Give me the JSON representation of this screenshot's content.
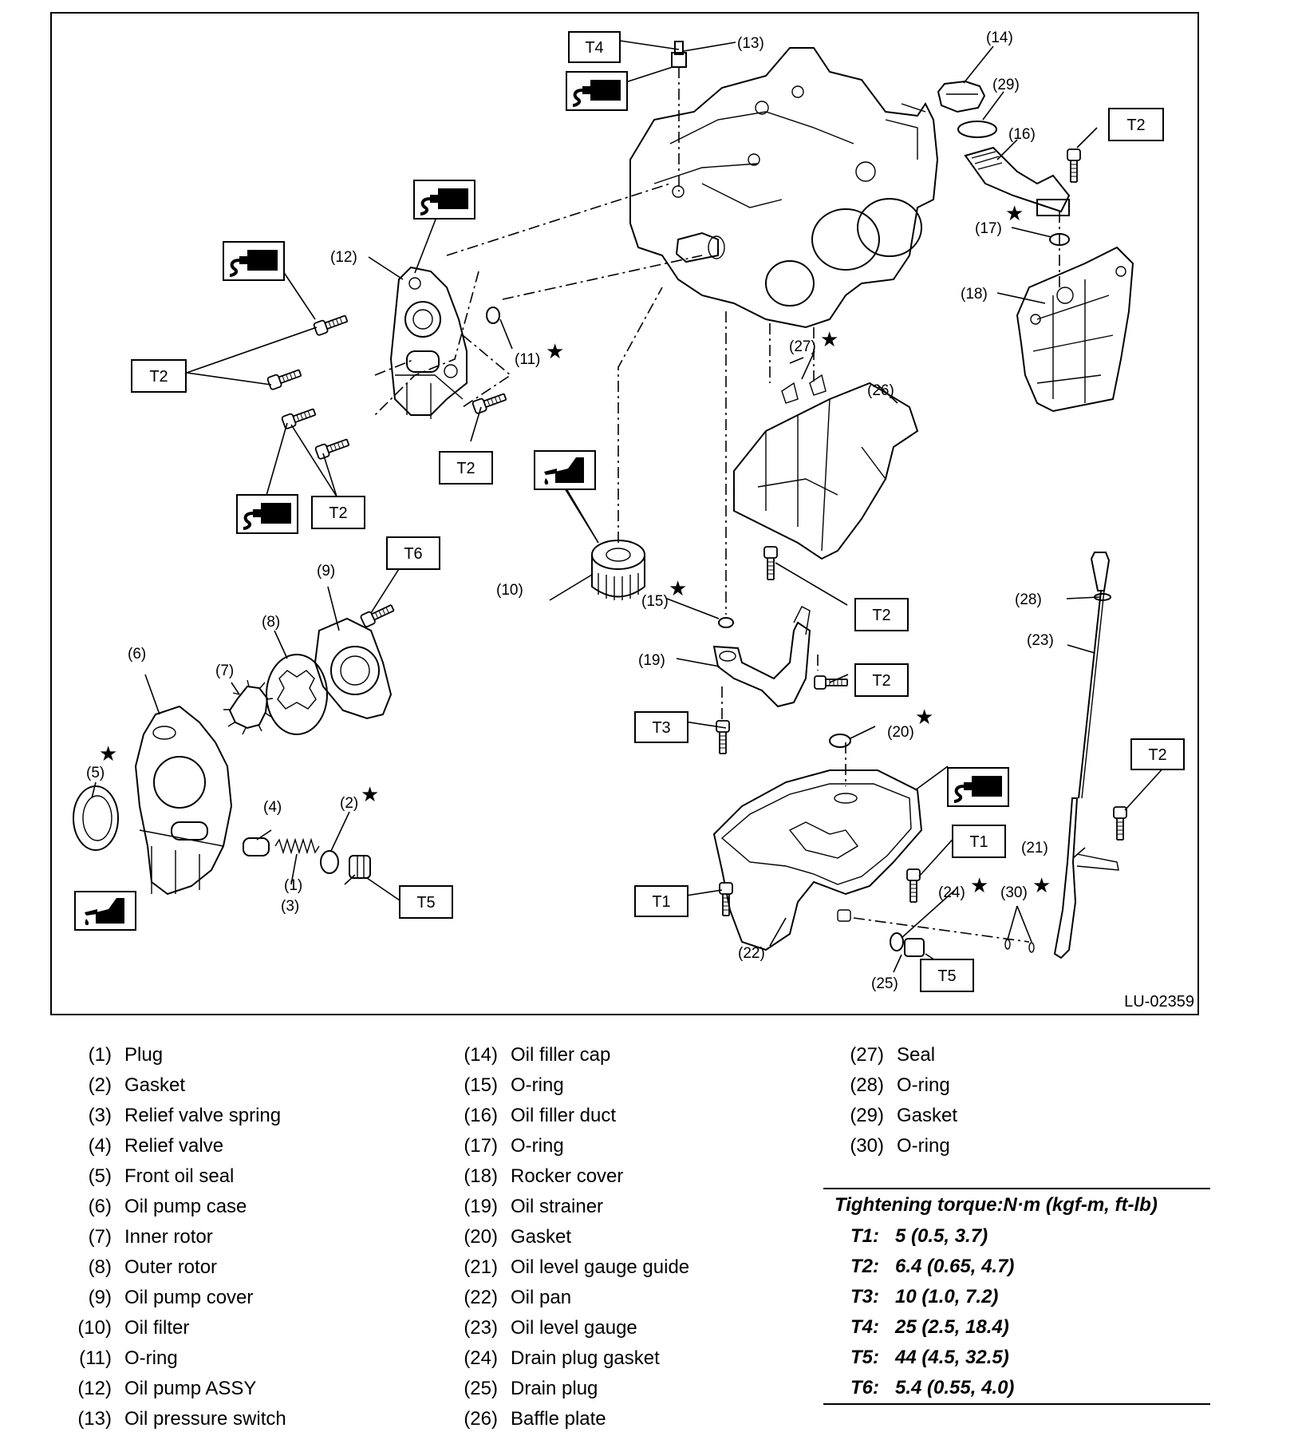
{
  "figure": {
    "figure_id": "LU-02359",
    "callouts": {
      "c1": "(1)",
      "c2": "(2)",
      "c3": "(3)",
      "c4": "(4)",
      "c5": "(5)",
      "c6": "(6)",
      "c7": "(7)",
      "c8": "(8)",
      "c9": "(9)",
      "c10": "(10)",
      "c11": "(11)",
      "c12": "(12)",
      "c13": "(13)",
      "c14": "(14)",
      "c15": "(15)",
      "c16": "(16)",
      "c17": "(17)",
      "c18": "(18)",
      "c19": "(19)",
      "c20": "(20)",
      "c21": "(21)",
      "c22": "(22)",
      "c23": "(23)",
      "c24": "(24)",
      "c25": "(25)",
      "c26": "(26)",
      "c27": "(27)",
      "c28": "(28)",
      "c29": "(29)",
      "c30": "(30)"
    },
    "torque_tags": {
      "t1": "T1",
      "t2": "T2",
      "t3": "T3",
      "t4": "T4",
      "t5": "T5",
      "t6": "T6"
    },
    "symbols": {
      "star": "★",
      "sealant_icon": "liquid-gasket-tube-icon",
      "oil_icon": "engine-oil-can-icon"
    }
  },
  "legend": {
    "col1": [
      {
        "num": "(1)",
        "name": "Plug"
      },
      {
        "num": "(2)",
        "name": "Gasket"
      },
      {
        "num": "(3)",
        "name": "Relief valve spring"
      },
      {
        "num": "(4)",
        "name": "Relief valve"
      },
      {
        "num": "(5)",
        "name": "Front oil seal"
      },
      {
        "num": "(6)",
        "name": "Oil pump case"
      },
      {
        "num": "(7)",
        "name": "Inner rotor"
      },
      {
        "num": "(8)",
        "name": "Outer rotor"
      },
      {
        "num": "(9)",
        "name": "Oil pump cover"
      },
      {
        "num": "(10)",
        "name": "Oil filter"
      },
      {
        "num": "(11)",
        "name": "O-ring"
      },
      {
        "num": "(12)",
        "name": "Oil pump ASSY"
      },
      {
        "num": "(13)",
        "name": "Oil pressure switch"
      }
    ],
    "col2": [
      {
        "num": "(14)",
        "name": "Oil filler cap"
      },
      {
        "num": "(15)",
        "name": "O-ring"
      },
      {
        "num": "(16)",
        "name": "Oil filler duct"
      },
      {
        "num": "(17)",
        "name": "O-ring"
      },
      {
        "num": "(18)",
        "name": "Rocker cover"
      },
      {
        "num": "(19)",
        "name": "Oil strainer"
      },
      {
        "num": "(20)",
        "name": "Gasket"
      },
      {
        "num": "(21)",
        "name": "Oil level gauge guide"
      },
      {
        "num": "(22)",
        "name": "Oil pan"
      },
      {
        "num": "(23)",
        "name": "Oil level gauge"
      },
      {
        "num": "(24)",
        "name": "Drain plug gasket"
      },
      {
        "num": "(25)",
        "name": "Drain plug"
      },
      {
        "num": "(26)",
        "name": "Baffle plate"
      }
    ],
    "col3": [
      {
        "num": "(27)",
        "name": "Seal"
      },
      {
        "num": "(28)",
        "name": "O-ring"
      },
      {
        "num": "(29)",
        "name": "Gasket"
      },
      {
        "num": "(30)",
        "name": "O-ring"
      }
    ]
  },
  "torque": {
    "title": "Tightening torque:N·m (kgf-m, ft-lb)",
    "rows": [
      {
        "code": "T1:",
        "value": "5 (0.5, 3.7)"
      },
      {
        "code": "T2:",
        "value": "6.4 (0.65, 4.7)"
      },
      {
        "code": "T3:",
        "value": "10 (1.0, 7.2)"
      },
      {
        "code": "T4:",
        "value": "25 (2.5, 18.4)"
      },
      {
        "code": "T5:",
        "value": "44 (4.5, 32.5)"
      },
      {
        "code": "T6:",
        "value": "5.4 (0.55, 4.0)"
      }
    ]
  }
}
